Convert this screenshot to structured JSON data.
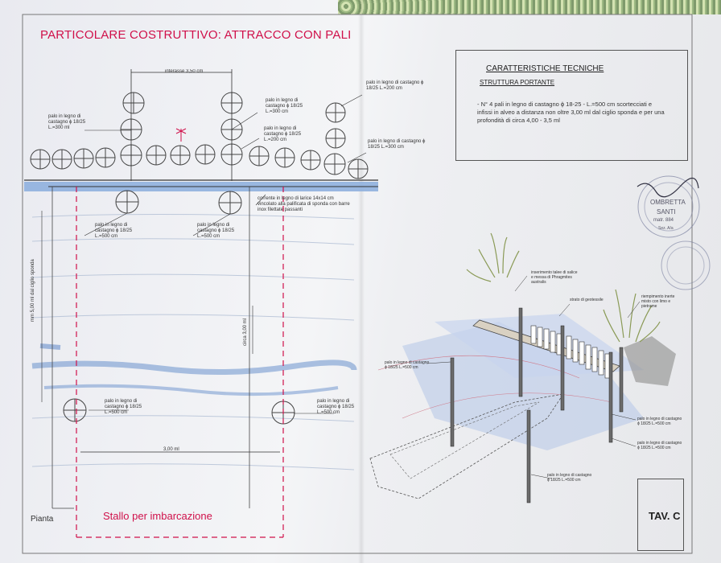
{
  "title": "PARTICOLARE COSTRUTTIVO: ATTRACCO CON PALI",
  "plan": {
    "dim_top": "interasse 3,50 cm",
    "dim_bottom": "3,00 ml",
    "dim_left": "mm 5,00 ml dal ciglio sponda",
    "dim_mid": "circa 3,00 ml",
    "callouts": [
      "palo in legno di castagno ϕ 18/25 L.=300 ml",
      "palo in legno di castagno ϕ 18/25 L.=300 cm",
      "palo in legno di castagno ϕ 18/25 L.=200 cm",
      "palo in legno di castagno ϕ 18/25 L.=200 cm",
      "palo in legno di castagno ϕ 18/25 L.=300 cm",
      "corrente in legno di larice 14x14 cm vincolato alla palificata di sponda con barre inox filettate passanti",
      "palo in legno di castagno ϕ 18/25 L.=500 cm",
      "palo in legno di castagno ϕ 18/25 L.=500 cm",
      "palo in legno di castagno ϕ 18/25 L.=500 cm",
      "palo in legno di castagno ϕ 18/25 L.=500 cm"
    ],
    "label_pianta": "Pianta",
    "label_stallo": "Stallo per imbarcazione"
  },
  "spec": {
    "title": "CARATTERISTICHE TECNICHE",
    "subtitle": "STRUTTURA PORTANTE",
    "text": "- N° 4 pali in legno di castagno ϕ 18-25 - L.=500 cm  scortecciati e infissi in alveo a distanza non oltre 3,00 ml dal ciglio sponda e per una profondità di circa 4,00 - 3,5 ml"
  },
  "stamp": {
    "name": "OMBRETTA",
    "surname": "SANTI",
    "num": "matr. 884",
    "place": "Sez. A/a"
  },
  "perspective": {
    "labels": [
      "inserimento talee di salice e messa di Phragmites australis",
      "strato di geotessile",
      "riempimento inerte misto con limo e pietrame",
      "palo in legno di castagno ϕ 18/25 L.=500 cm",
      "palo in legno di castagno ϕ 18/25 L.=500 cm",
      "palo in legno di castagno ϕ 18/25 L.=500 cm",
      "palo in legno di castagno ϕ 18/25 L.=500 cm"
    ]
  },
  "sheet_id": "TAV. C",
  "colors": {
    "accent_red": "#d0104a",
    "water_blue": "#5a86c9",
    "line_gray": "#555555"
  }
}
